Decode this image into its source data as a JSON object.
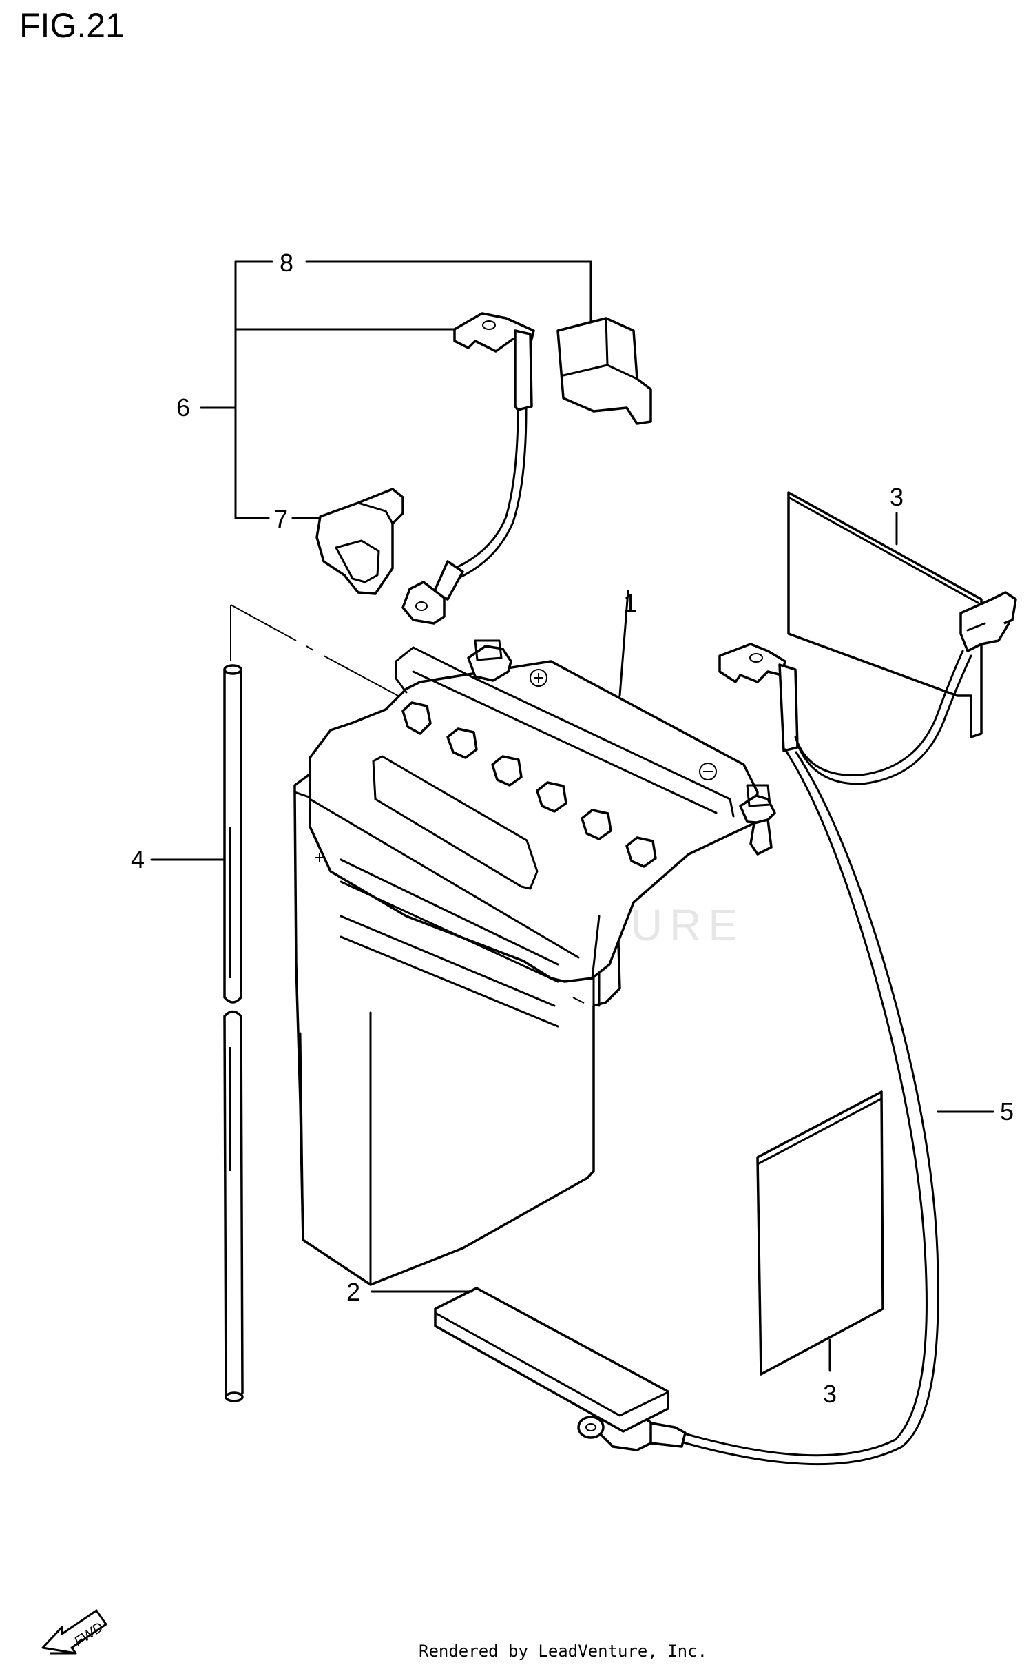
{
  "figure": {
    "title": "FIG.21"
  },
  "callouts": {
    "c1": "1",
    "c2": "2",
    "c3_top": "3",
    "c3_bottom": "3",
    "c4": "4",
    "c5": "5",
    "c6": "6",
    "c7": "7",
    "c8": "8"
  },
  "watermark": {
    "text": "LEADVENTURE"
  },
  "direction": {
    "label": "FWD"
  },
  "footer": {
    "text": "Rendered by LeadVenture, Inc."
  },
  "icons": [
    "fwd-arrow-icon",
    "leadventure-logo-icon"
  ]
}
